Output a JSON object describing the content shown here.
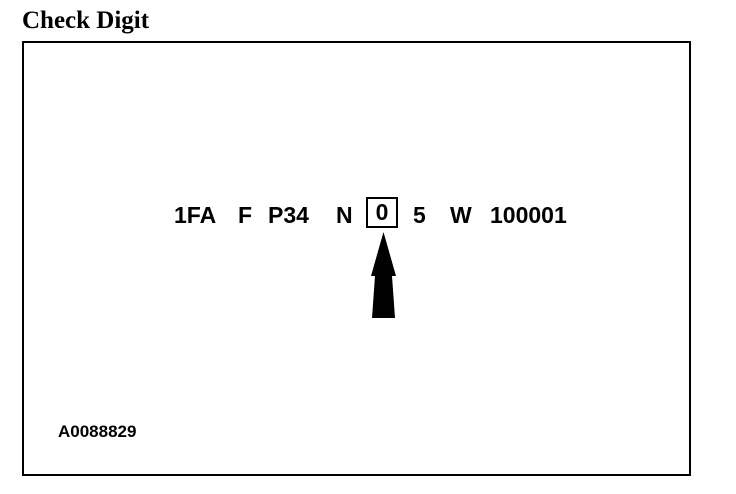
{
  "heading": "Check Digit",
  "vin": {
    "wmi": "1FA",
    "restraint": "F",
    "line_series_body": "P34",
    "engine": "N",
    "check_digit": "0",
    "model_year": "5",
    "plant": "W",
    "serial": "100001"
  },
  "figure_id": "A0088829",
  "colors": {
    "ink": "#000000",
    "background": "#ffffff"
  },
  "icons": {
    "pointer": "up-arrow-icon"
  }
}
